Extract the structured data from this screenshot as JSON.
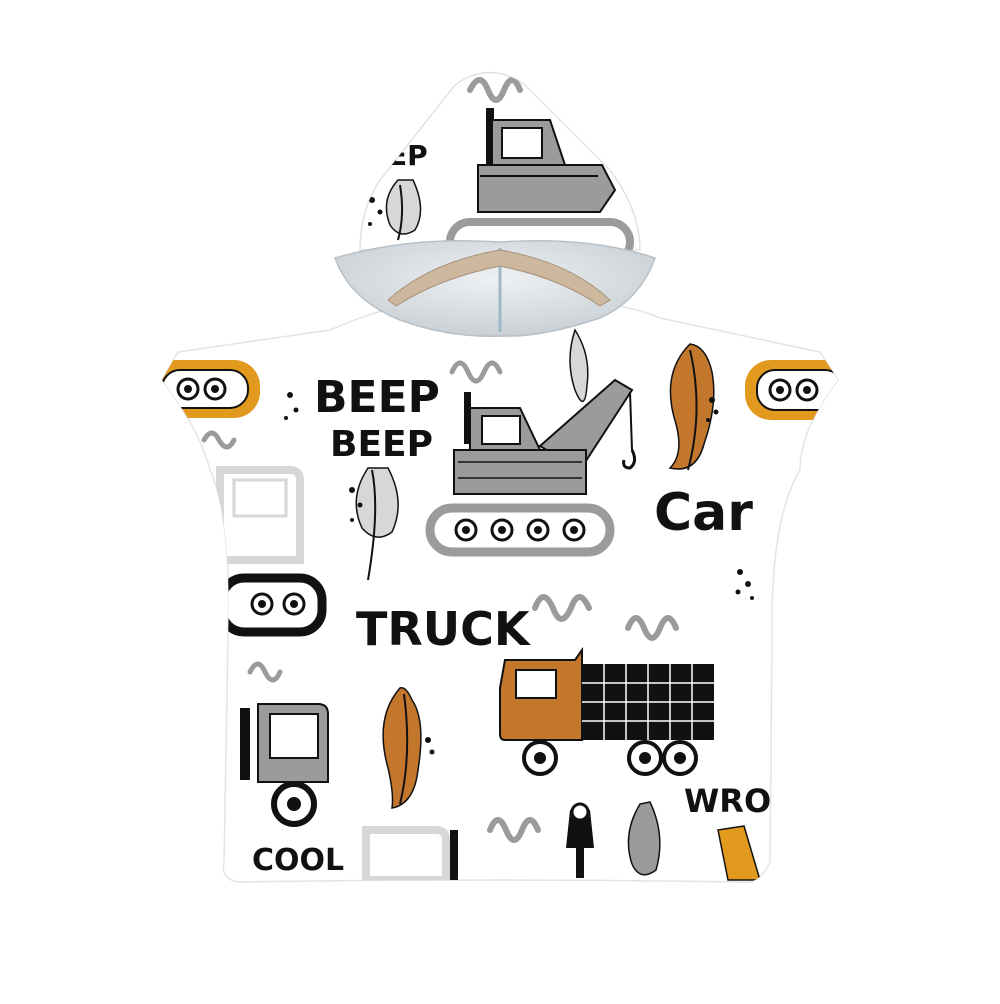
{
  "product": {
    "name": "hooded-poncho-towel",
    "background_color": "#ffffff",
    "fabric_color": "#ffffff",
    "hood_lining_color": "#d9dee2",
    "drawstring_color": "#cdb89f"
  },
  "palette": {
    "ink": "#111111",
    "gray": "#9a9c9b",
    "light_gray": "#d7d7d5",
    "ochre": "#e29a1e",
    "rust": "#c2772d"
  },
  "pattern_words": {
    "beep_1": "BEEP",
    "beep_2": "BEEP",
    "beep_hood": "EP",
    "car": "Car",
    "truck": "TRUCK",
    "wro": "WRO",
    "cool": "COOL"
  },
  "pattern_motifs": [
    "excavator-illustration",
    "crane-truck-illustration",
    "dump-truck-illustration",
    "mini-truck-illustration",
    "bulldozer-track-illustration",
    "tree-illustration",
    "scribble-decoration"
  ]
}
